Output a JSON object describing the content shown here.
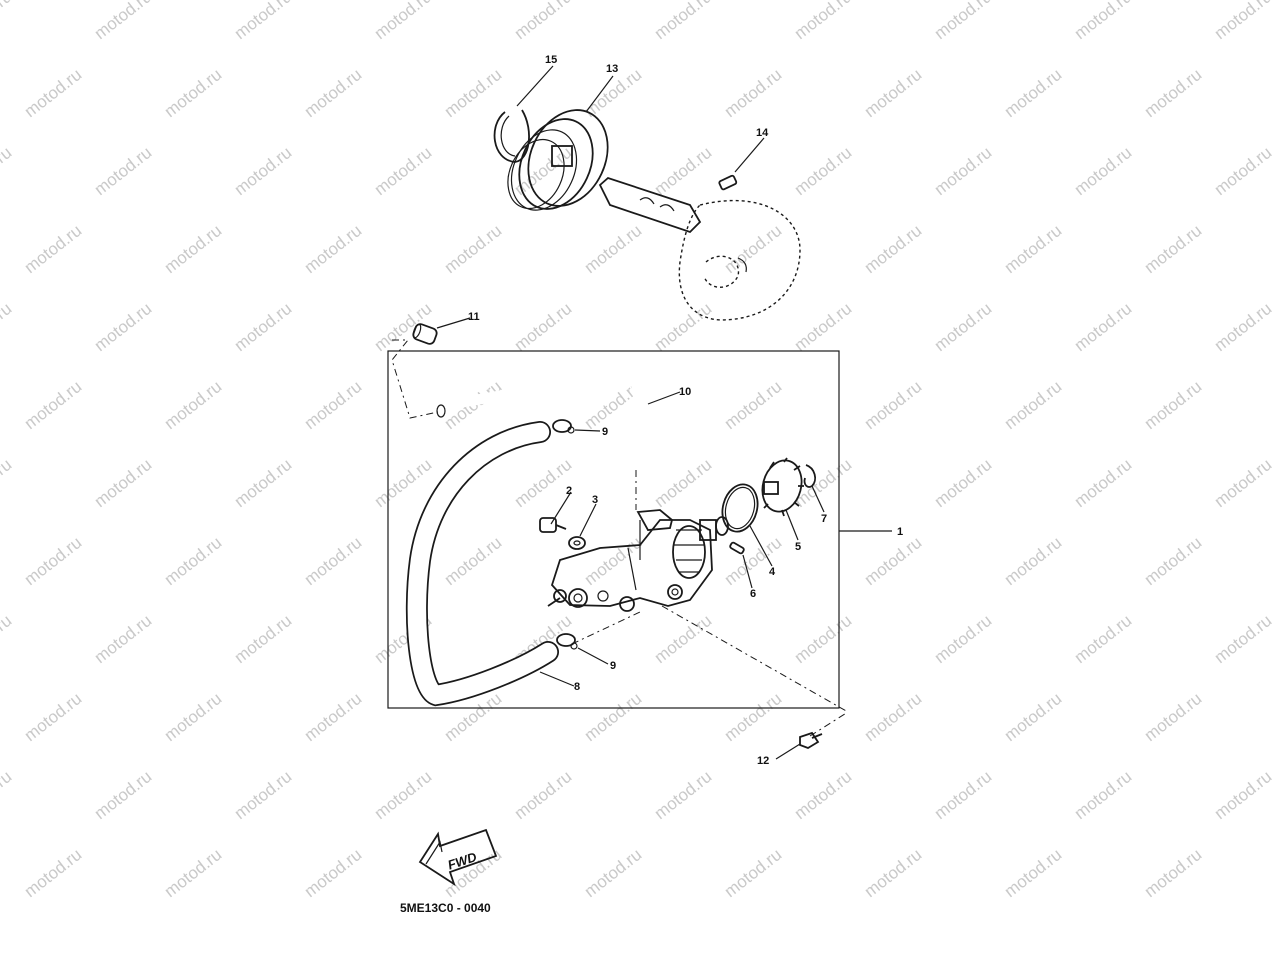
{
  "watermark": "motod.ru",
  "diagram_code": "5ME13C0 - 0040",
  "fwd_label": "FWD",
  "callouts": [
    "1",
    "2",
    "3",
    "4",
    "5",
    "6",
    "7",
    "8",
    "9",
    "9",
    "10",
    "11",
    "12",
    "13",
    "14",
    "15"
  ]
}
